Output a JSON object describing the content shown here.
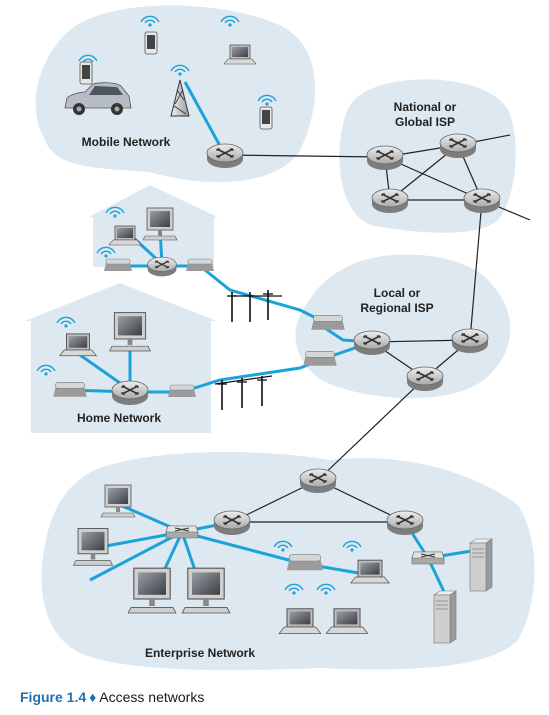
{
  "labels": {
    "mobile_network": "Mobile Network",
    "national_isp_line1": "National or",
    "national_isp_line2": "Global ISP",
    "local_isp_line1": "Local or",
    "local_isp_line2": "Regional ISP",
    "home_network": "Home Network",
    "enterprise_network": "Enterprise Network"
  },
  "caption": {
    "figure_number": "Figure 1.4",
    "separator": "♦",
    "title": "Access networks"
  },
  "colors": {
    "cloud": "#dde8f1",
    "access_link": "#1aa3d8",
    "core_link": "#222222",
    "accent": "#1f6fb5"
  }
}
